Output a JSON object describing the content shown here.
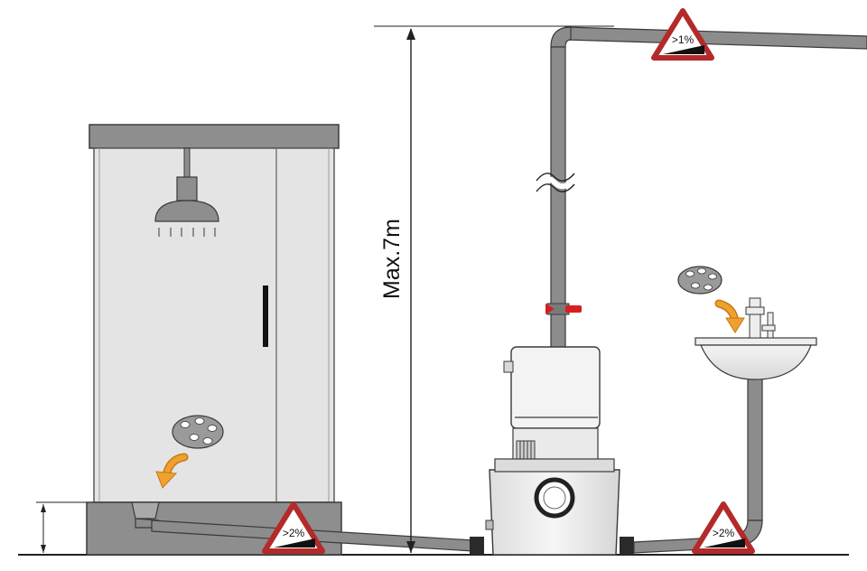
{
  "dimension": {
    "height_label": "Max.7m"
  },
  "slopes": {
    "top_pipe": ">1%",
    "shower_drain": ">2%",
    "basin_drain": ">2%"
  },
  "colors": {
    "pipe_fill": "#8c8c8c",
    "pipe_edge": "#3a3a3a",
    "warning_red": "#b32a2a",
    "arrow_orange": "#f0a030",
    "valve_red": "#d42020",
    "cabin_glass": "#e3e3e3",
    "unit_body": "#efefef"
  },
  "icons": [
    "shower-head-icon",
    "drain-cover-icon",
    "curved-arrow-icon",
    "valve-icon",
    "faucet-icon",
    "warning-triangle-icon",
    "pipe-break-icon"
  ]
}
